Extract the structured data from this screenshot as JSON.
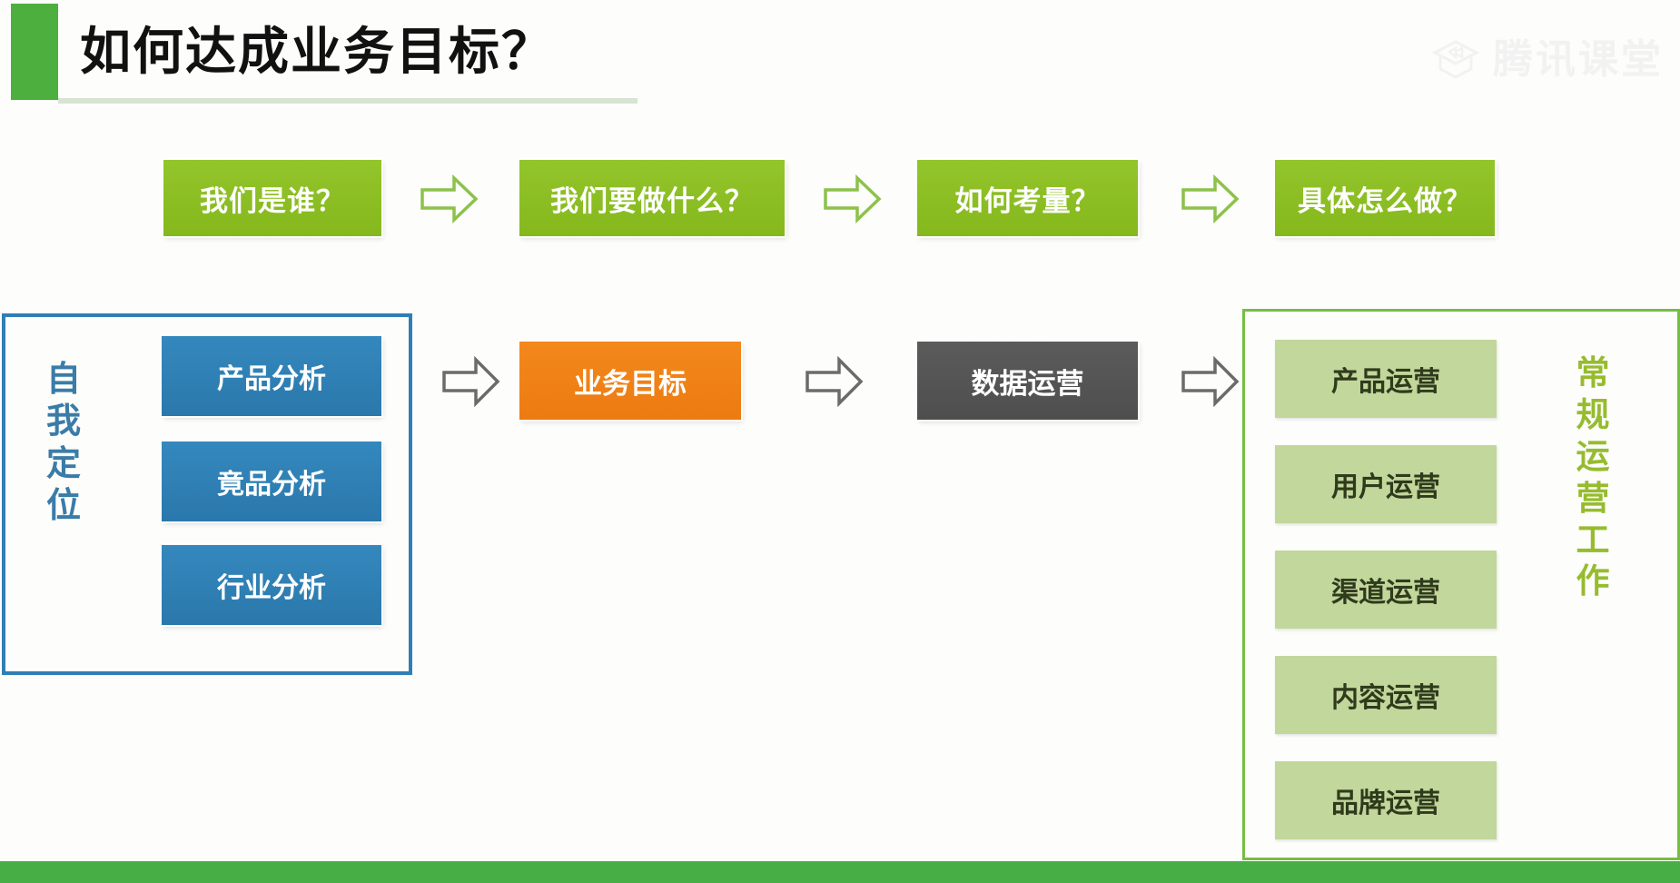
{
  "slide": {
    "title": "如何达成业务目标？",
    "watermark_text": "腾讯课堂",
    "watermark_icon": "graduation-cap-icon",
    "colors": {
      "accent_green": "#4CAF3E",
      "pill_green": "#8CC024",
      "blue": "#2E7FB5",
      "orange": "#F08218",
      "gray": "#555555",
      "light_green": "#C2D79B",
      "panel_green_border": "#76BE43",
      "label_blue": "#3A7CA8",
      "label_green": "#96BC2E",
      "bottom_bar_green": "#47AE46"
    }
  },
  "question_flow": {
    "steps": [
      {
        "label": "我们是谁？"
      },
      {
        "label": "我们要做什么？"
      },
      {
        "label": "如何考量？"
      },
      {
        "label": "具体怎么做？"
      }
    ],
    "connector_icon": "arrow-right-outline-green-icon"
  },
  "process_flow": {
    "connector_icon": "arrow-right-outline-gray-icon",
    "self_positioning": {
      "vertical_label": "自我定位",
      "items": [
        {
          "label": "产品分析"
        },
        {
          "label": "竟品分析"
        },
        {
          "label": "行业分析"
        }
      ]
    },
    "business_goal": {
      "label": "业务目标"
    },
    "data_operations": {
      "label": "数据运营"
    },
    "routine_operations": {
      "vertical_label": "常规运营工作",
      "items": [
        {
          "label": "产品运营"
        },
        {
          "label": "用户运营"
        },
        {
          "label": "渠道运营"
        },
        {
          "label": "内容运营"
        },
        {
          "label": "品牌运营"
        }
      ]
    }
  }
}
